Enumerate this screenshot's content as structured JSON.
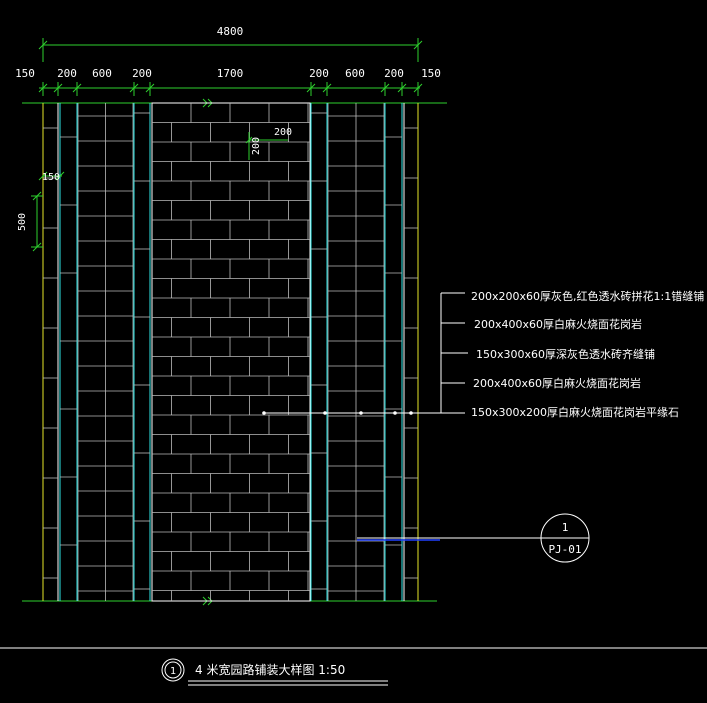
{
  "top_dimension": {
    "total": "4800"
  },
  "segment_labels": [
    "150",
    "200",
    "600",
    "200",
    "1700",
    "200",
    "600",
    "200",
    "150"
  ],
  "inner_dimensions": {
    "brick_width": "200",
    "brick_height": "200",
    "edge_offset": "150",
    "module_height": "500"
  },
  "material_notes": [
    "200x200x60厚灰色,红色透水砖拼花1:1错缝铺",
    "200x400x60厚白麻火烧面花岗岩",
    "150x300x60厚深灰色透水砖齐缝铺",
    "200x400x60厚白麻火烧面花岗岩",
    "150x300x200厚白麻火烧面花岗岩平缘石"
  ],
  "section_marker": {
    "number": "1",
    "sheet": "PJ-01"
  },
  "drawing_title": {
    "number": "1",
    "text": "4 米宽园路铺装大样图 1:50"
  },
  "colors": {
    "background": "#000000",
    "dimension": "#2ed02e",
    "edge": "#e6e628",
    "band": "#2ee6e6",
    "line": "#ffffff",
    "marker": "#2040ff"
  }
}
